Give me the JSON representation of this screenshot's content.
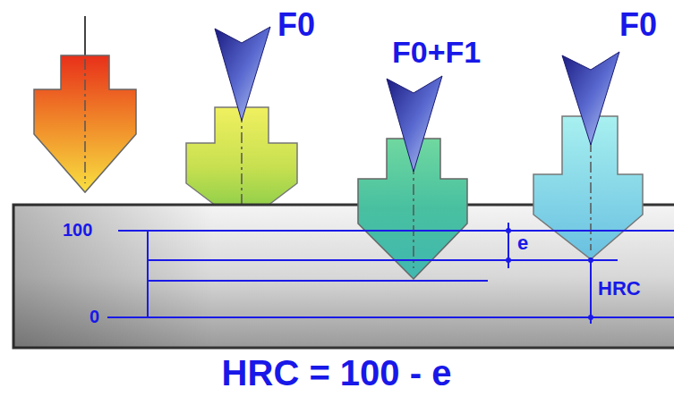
{
  "diagram": {
    "caption": "HRC = 100 - e",
    "labels": [
      "F0",
      "F0+F1",
      "F0",
      "100",
      "e",
      "HRC",
      "0"
    ]
  }
}
